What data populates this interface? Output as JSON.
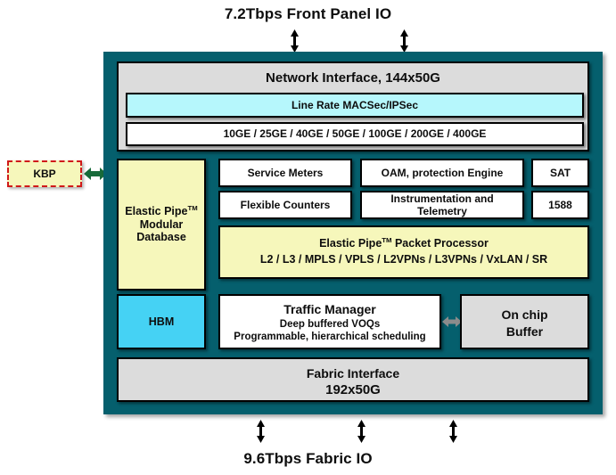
{
  "diagram": {
    "top_caption": "7.2Tbps Front Panel IO",
    "bottom_caption": "9.6Tbps Fabric IO",
    "colors": {
      "chip_body": "#055f6d",
      "gray_block": "#dcdcdc",
      "light_cyan": "#b6f7fc",
      "cyan": "#45d2f4",
      "pale_yellow": "#f6f7bb",
      "kbp_border": "#d01919",
      "kbp_arrow": "#176b3a",
      "tm_arrow": "#8c8c8c",
      "outline": "#000000"
    }
  },
  "external": {
    "kbp_label": "KBP",
    "kbp_arrow_icon": "double-arrow-horizontal-icon"
  },
  "network_interface": {
    "title": "Network Interface, 144x50G",
    "macsec": "Line Rate MACSec/IPSec",
    "speeds": "10GE / 25GE / 40GE / 50GE / 100GE / 200GE / 400GE"
  },
  "left_column": {
    "modular_database": {
      "line1": "Elastic Pipe",
      "tm": "TM",
      "line2": "Modular",
      "line3": "Database"
    },
    "hbm": "HBM"
  },
  "features": [
    {
      "label": "Service Meters"
    },
    {
      "label": "OAM, protection Engine"
    },
    {
      "label": "SAT"
    },
    {
      "label": "Flexible Counters"
    },
    {
      "label": "Instrumentation and Telemetry"
    },
    {
      "label": "1588"
    }
  ],
  "packet_processor": {
    "title_pre": "Elastic Pipe",
    "title_tm": "TM",
    "title_post": " Packet Processor",
    "protocols": "L2 / L3 / MPLS / VPLS / L2VPNs / L3VPNs / VxLAN / SR"
  },
  "traffic_manager": {
    "title": "Traffic Manager",
    "line2": "Deep buffered VOQs",
    "line3": "Programmable, hierarchical scheduling",
    "arrow_icon": "double-arrow-horizontal-icon"
  },
  "on_chip_buffer": {
    "line1": "On chip",
    "line2": "Buffer"
  },
  "fabric_interface": {
    "line1": "Fabric Interface",
    "line2": "192x50G"
  },
  "io_arrows": {
    "top_icon": "double-arrow-vertical-icon",
    "bottom_icon": "double-arrow-vertical-icon",
    "top_count": 2,
    "bottom_count": 3
  }
}
